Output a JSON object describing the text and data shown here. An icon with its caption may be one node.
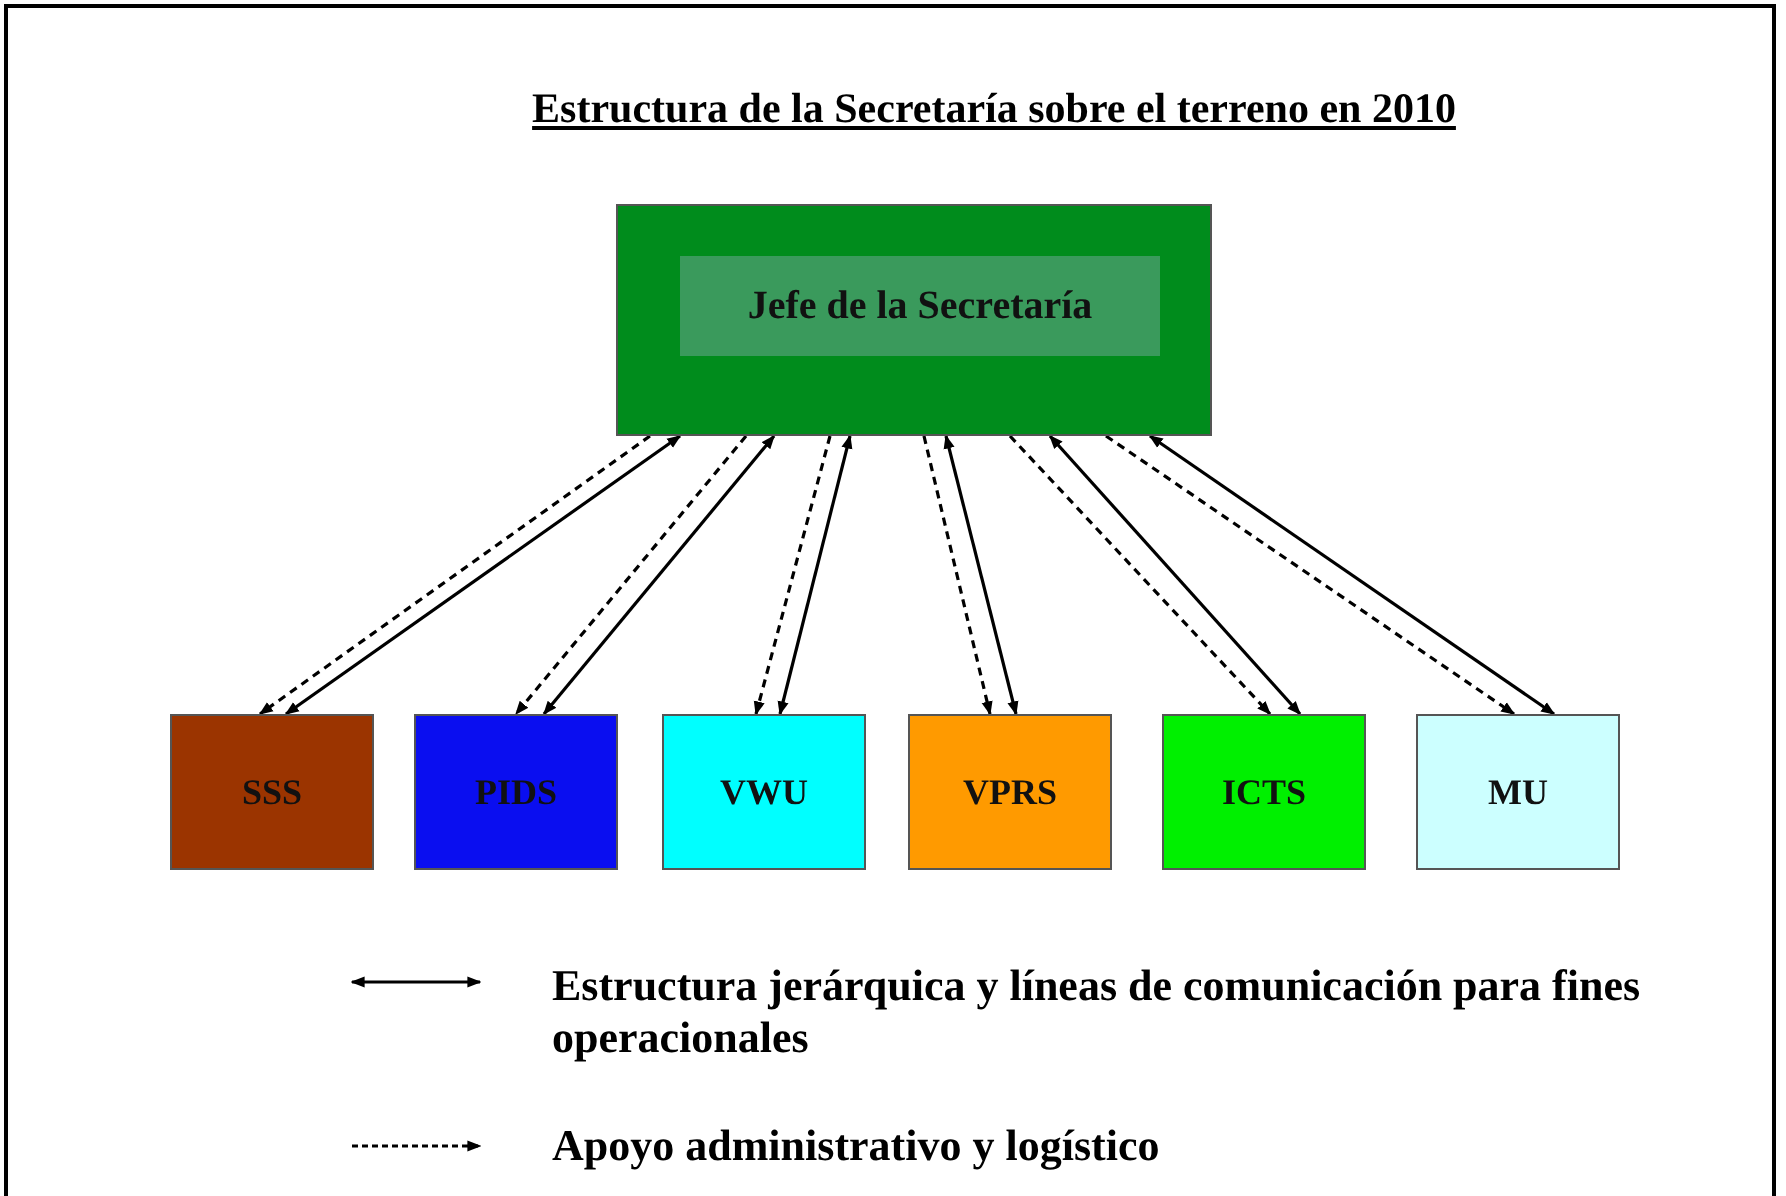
{
  "diagram": {
    "title": "Estructura de la Secretaría sobre el terreno en 2010",
    "nodes": [
      {
        "text": [
          "Jefe de la Secretaría"
        ]
      },
      {
        "text": [
          "SSS"
        ]
      },
      {
        "text": [
          "PIDS"
        ]
      },
      {
        "text": [
          "VWU"
        ]
      },
      {
        "text": [
          "VPRS"
        ]
      },
      {
        "text": [
          "ICTS"
        ]
      },
      {
        "text": [
          "MU"
        ]
      }
    ],
    "edges": [
      {
        "from": 0,
        "to": 1,
        "arrow": "to",
        "style": "dashed"
      },
      {
        "from": 0,
        "to": 1,
        "arrow": "both"
      },
      {
        "from": 0,
        "to": 2,
        "arrow": "to",
        "style": "dashed"
      },
      {
        "from": 0,
        "to": 2,
        "arrow": "both"
      },
      {
        "from": 0,
        "to": 3,
        "arrow": "to",
        "style": "dashed"
      },
      {
        "from": 0,
        "to": 3,
        "arrow": "both"
      },
      {
        "from": 0,
        "to": 4,
        "arrow": "to",
        "style": "dashed"
      },
      {
        "from": 0,
        "to": 4,
        "arrow": "both"
      },
      {
        "from": 0,
        "to": 5,
        "arrow": "to",
        "style": "dashed"
      },
      {
        "from": 0,
        "to": 5,
        "arrow": "both"
      },
      {
        "from": 0,
        "to": 6,
        "arrow": "to",
        "style": "dashed"
      },
      {
        "from": 0,
        "to": 6,
        "arrow": "both"
      }
    ],
    "legend": [
      {
        "text": "Estructura jerárquica y líneas de comunicación para fines operacionales"
      },
      {
        "text": "Apoyo administrativo y logístico"
      }
    ]
  }
}
